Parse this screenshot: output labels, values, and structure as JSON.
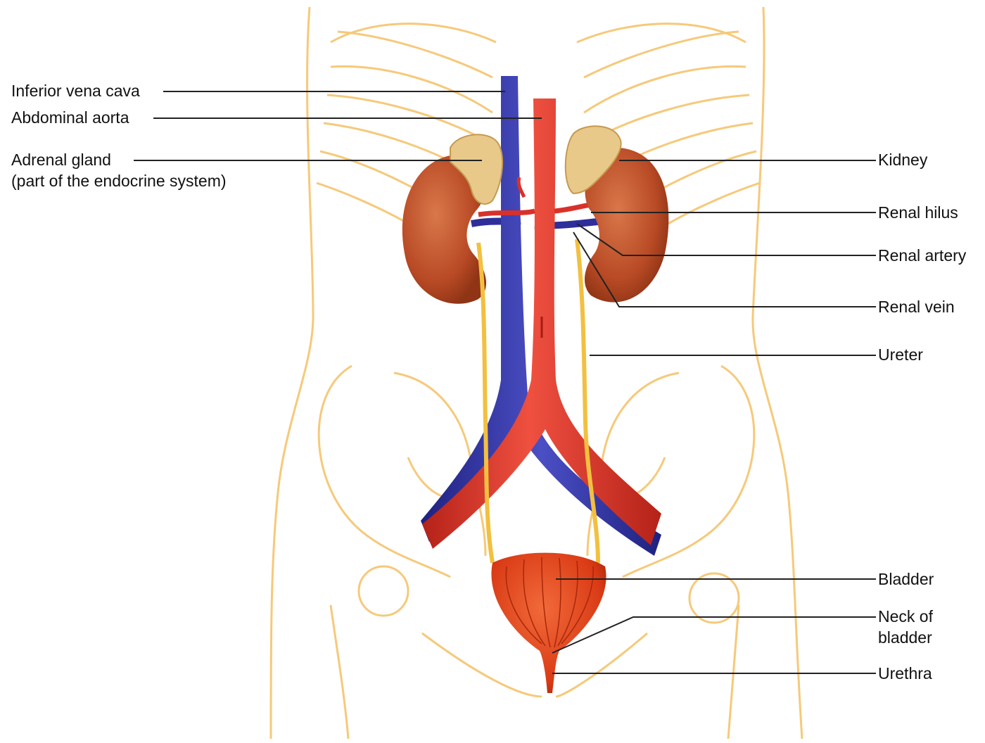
{
  "labels": {
    "inferior_vena_cava": "Inferior vena cava",
    "abdominal_aorta": "Abdominal aorta",
    "adrenal_gland": "Adrenal gland",
    "adrenal_gland_note": "(part of the endocrine system)",
    "kidney": "Kidney",
    "renal_hilus": "Renal hilus",
    "renal_artery": "Renal artery",
    "renal_vein": "Renal vein",
    "ureter": "Ureter",
    "bladder": "Bladder",
    "neck_of_bladder_1": "Neck of",
    "neck_of_bladder_2": "bladder",
    "urethra": "Urethra"
  },
  "colors": {
    "skeleton_outline": "#f6c97a",
    "vein": "#2e2f9a",
    "artery": "#d9312a",
    "kidney": "#c0502a",
    "adrenal": "#e8c98a",
    "ureter": "#f2c040",
    "bladder": "#e2421d",
    "leader_line": "#222222"
  }
}
